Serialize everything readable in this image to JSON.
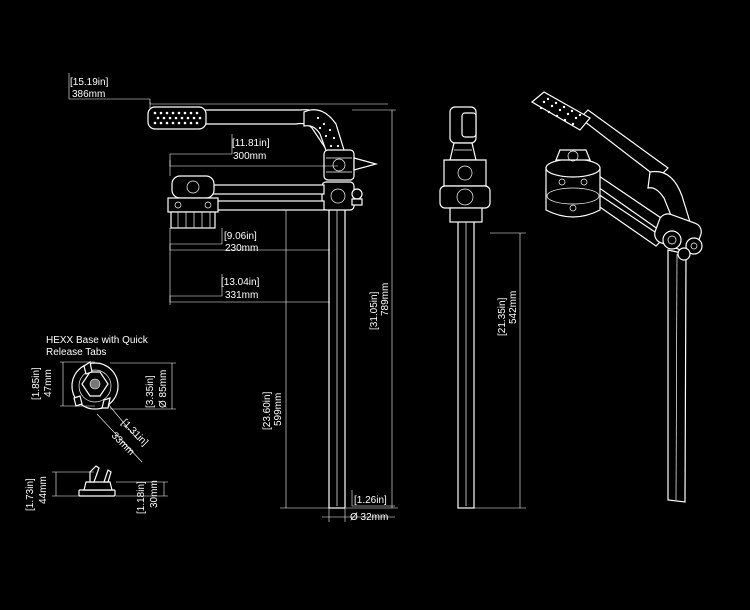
{
  "caption": {
    "line1": "HEXX Base with Quick",
    "line2": "Release Tabs"
  },
  "dims": {
    "overall_width_in": "[15.19in]",
    "overall_width_mm": "386mm",
    "arm_in": "[11.81in]",
    "arm_mm": "300mm",
    "reach_in": "[9.06in]",
    "reach_mm": "230mm",
    "span_in": "[13.04in]",
    "span_mm": "331mm",
    "total_h_in": "[31.05in]",
    "total_h_mm": "789mm",
    "pole_h_in": "[23.60in]",
    "pole_h_mm": "599mm",
    "pole_d_in": "[1.26in]",
    "pole_d_mm": "Ø 32mm",
    "side_h_in": "[21.35in]",
    "side_h_mm": "542mm",
    "base_h_in": "[1.85in]",
    "base_h_mm": "47mm",
    "base_d_in": "[3.35in]",
    "base_d_mm": "Ø 85mm",
    "base_diag_in": "[1.31in]",
    "base_diag_mm": "33mm",
    "base2_h_in": "[1.73in]",
    "base2_h_mm": "44mm",
    "base3_h_in": "[1.18in]",
    "base3_h_mm": "30mm"
  }
}
